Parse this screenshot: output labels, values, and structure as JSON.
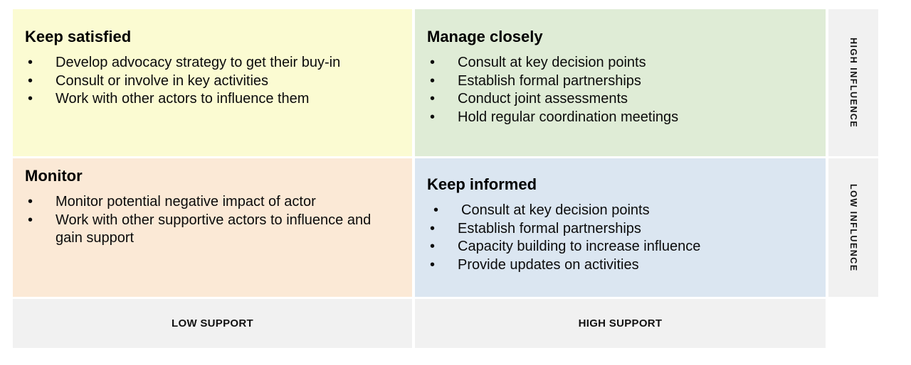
{
  "matrix": {
    "bullet_char": "•",
    "quadrants": [
      {
        "key": "keep-satisfied",
        "title": "Keep satisfied",
        "bg": "#FBFBD2",
        "items": [
          "Develop advocacy strategy to get their buy-in",
          "Consult or involve in key activities",
          "Work with other actors to influence them"
        ]
      },
      {
        "key": "manage-closely",
        "title": "Manage closely",
        "bg": "#DFECD6",
        "items": [
          "Consult at key decision points",
          "Establish formal partnerships",
          "Conduct joint assessments",
          "Hold regular coordination meetings"
        ]
      },
      {
        "key": "monitor",
        "title": "Monitor",
        "bg": "#FBE9D6",
        "items": [
          "Monitor potential negative impact of actor",
          "Work with other supportive actors to influence and gain support"
        ]
      },
      {
        "key": "keep-informed",
        "title": "Keep informed",
        "bg": "#DBE6F1",
        "items": [
          "Consult at key decision points",
          "Establish formal partnerships",
          "Capacity building to increase influence",
          "Provide updates on activities"
        ]
      }
    ],
    "axis_labels": {
      "influence_high": "HIGH INFLUENCE",
      "influence_low": "LOW INFLUENCE",
      "support_low": "LOW SUPPORT",
      "support_high": "HIGH SUPPORT"
    },
    "axis_bg": "#F1F1F1",
    "text_color": "#000000"
  }
}
